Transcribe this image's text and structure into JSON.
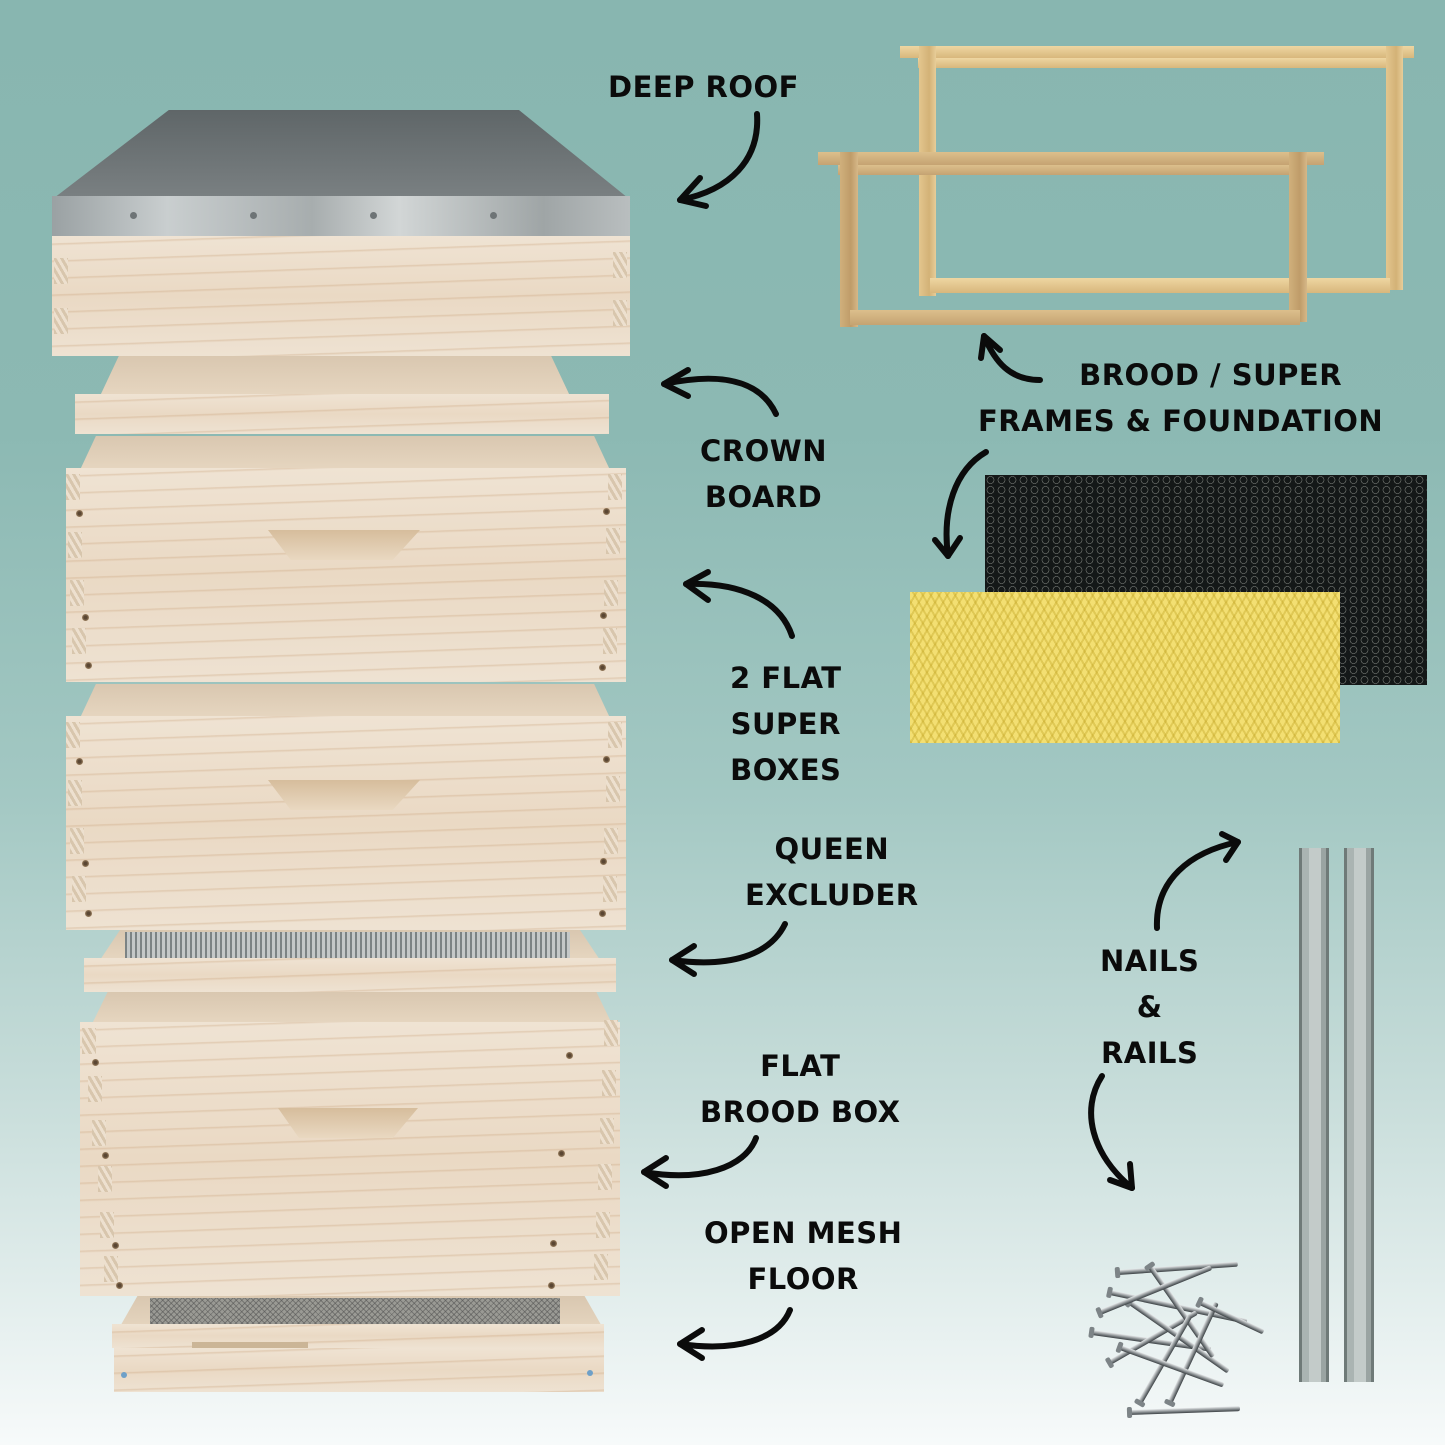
{
  "infographic": {
    "subject": "Beehive kit components",
    "background_colors": {
      "top": "#88b6b0",
      "middle": "#a3c8c3",
      "bottom": "#f7fafa"
    },
    "text_color": "#0b0b0b"
  },
  "labels": {
    "deep_roof": [
      "DEEP ROOF"
    ],
    "crown_board": [
      "CROWN",
      "BOARD"
    ],
    "super_boxes": [
      "2 FLAT",
      "SUPER",
      "BOXES"
    ],
    "queen_excluder": [
      "QUEEN",
      "EXCLUDER"
    ],
    "brood_box": [
      "FLAT",
      "BROOD BOX"
    ],
    "mesh_floor": [
      "OPEN MESH",
      "FLOOR"
    ],
    "frames_foundation": [
      "BROOD / SUPER",
      "FRAMES & FOUNDATION"
    ],
    "nails_rails": [
      "NAILS",
      "&",
      "RAILS"
    ]
  },
  "components": [
    {
      "id": "deep-roof",
      "name": "Deep Roof",
      "material": "galvanized metal over pine"
    },
    {
      "id": "crown-board",
      "name": "Crown Board",
      "material": "pine"
    },
    {
      "id": "super-box-1",
      "name": "Flat Super Box",
      "material": "pine"
    },
    {
      "id": "super-box-2",
      "name": "Flat Super Box",
      "material": "pine"
    },
    {
      "id": "queen-excluder",
      "name": "Queen Excluder",
      "material": "wire grid with pine frame"
    },
    {
      "id": "brood-box",
      "name": "Flat Brood Box",
      "material": "pine"
    },
    {
      "id": "mesh-floor",
      "name": "Open Mesh Floor",
      "material": "mesh with pine frame"
    },
    {
      "id": "brood-frame",
      "name": "Brood Frame"
    },
    {
      "id": "super-frame",
      "name": "Super Frame"
    },
    {
      "id": "foundation-black",
      "name": "Plastic Foundation (black)"
    },
    {
      "id": "foundation-wax",
      "name": "Wax Foundation (yellow)"
    },
    {
      "id": "nails",
      "name": "Nails"
    },
    {
      "id": "rails",
      "name": "Metal Frame Rails",
      "count": 2
    }
  ]
}
